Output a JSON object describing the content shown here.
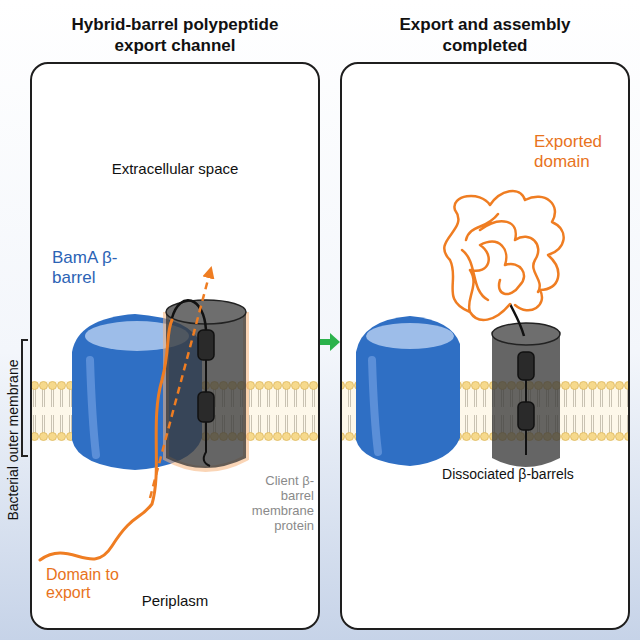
{
  "diagram": {
    "nodes": [
      {
        "text": [
          "Hybrid-barrel polypeptide export channel"
        ]
      },
      {
        "text": [
          "Export and assembly completed"
        ]
      }
    ],
    "edges": [
      {
        "from": 0,
        "to": 1,
        "arrow": "to"
      }
    ],
    "labels": [
      "Extracellular space",
      "BamA β-barrel",
      "Client β-barrel membrane protein",
      "Domain to export",
      "Periplasm",
      "Bacterial outer membrane",
      "Exported domain",
      "Dissociated β-barrels"
    ]
  }
}
